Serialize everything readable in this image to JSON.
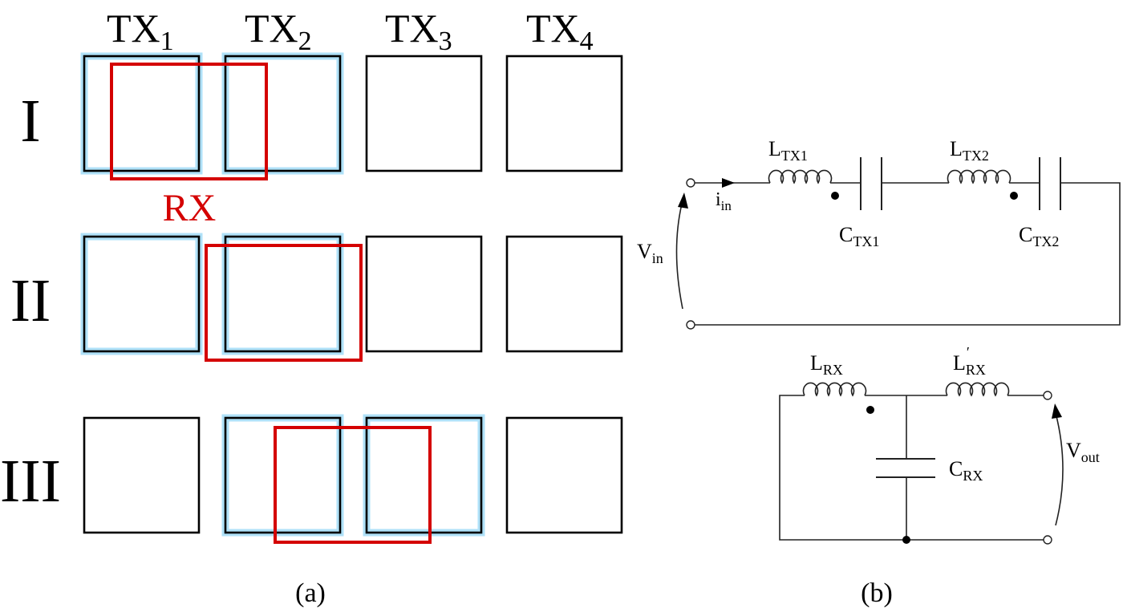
{
  "panel_a": {
    "coil_labels": [
      {
        "base": "TX",
        "sub": "1"
      },
      {
        "base": "TX",
        "sub": "2"
      },
      {
        "base": "TX",
        "sub": "3"
      },
      {
        "base": "TX",
        "sub": "4"
      }
    ],
    "rows": [
      {
        "label": "I",
        "active": [
          true,
          true,
          false,
          false
        ]
      },
      {
        "label": "II",
        "active": [
          true,
          true,
          false,
          false
        ]
      },
      {
        "label": "III",
        "active": [
          false,
          true,
          true,
          false
        ]
      }
    ],
    "rx_label": "RX",
    "caption": "(a)"
  },
  "panel_b": {
    "tx_circuit": {
      "inductor_1": {
        "base": "L",
        "sub": "TX1"
      },
      "capacitor_1": {
        "base": "C",
        "sub": "TX1"
      },
      "inductor_2": {
        "base": "L",
        "sub": "TX2"
      },
      "capacitor_2": {
        "base": "C",
        "sub": "TX2"
      },
      "current": {
        "base": "i",
        "sub": "in"
      },
      "voltage": {
        "base": "V",
        "sub": "in"
      }
    },
    "rx_circuit": {
      "inductor_1": {
        "base": "L",
        "sub": "RX"
      },
      "inductor_2": {
        "base": "L",
        "sub": "RX",
        "sup": "′"
      },
      "capacitor": {
        "base": "C",
        "sub": "RX"
      },
      "voltage": {
        "base": "V",
        "sub": "out"
      }
    },
    "caption": "(b)"
  },
  "colors": {
    "rx": "#d40000",
    "active_glow": "#6ec8f2",
    "line": "#000000"
  }
}
